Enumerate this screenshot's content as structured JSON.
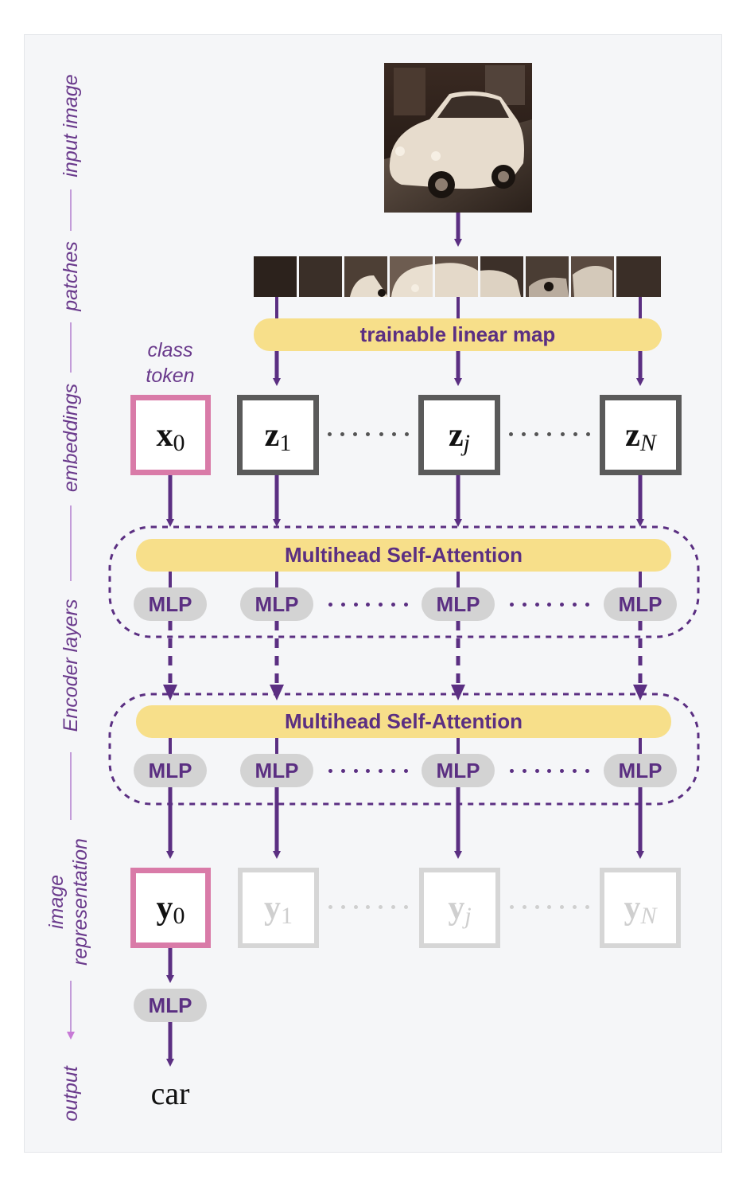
{
  "stage_labels": {
    "input_image": "input image",
    "patches": "patches",
    "embeddings": "embeddings",
    "encoder_layers": "Encoder layers",
    "image_representation_1": "image",
    "image_representation_2": "representation",
    "output": "output"
  },
  "class_token_label": {
    "line1": "class",
    "line2": "token"
  },
  "linear_map_label": "trainable linear map",
  "attention_label": "Multihead Self-Attention",
  "mlp_label": "MLP",
  "embeddings": [
    {
      "symbol": "x",
      "sub": "0"
    },
    {
      "symbol": "z",
      "sub": "1"
    },
    {
      "symbol": "z",
      "sub": "j"
    },
    {
      "symbol": "z",
      "sub": "N"
    }
  ],
  "outputs": [
    {
      "symbol": "y",
      "sub": "0"
    },
    {
      "symbol": "y",
      "sub": "1"
    },
    {
      "symbol": "y",
      "sub": "j"
    },
    {
      "symbol": "y",
      "sub": "N"
    }
  ],
  "output_text": "car",
  "icons": {
    "input_image": "car-photo-image",
    "patches": "image-patches-icon"
  },
  "colors": {
    "purple": "#5b2f82",
    "yellow": "#f7df8a",
    "pink": "#d97ba8",
    "gray_box": "#5a5a5a",
    "light_box": "#d6d6d6",
    "mlp_pill": "#d3d3d3"
  }
}
